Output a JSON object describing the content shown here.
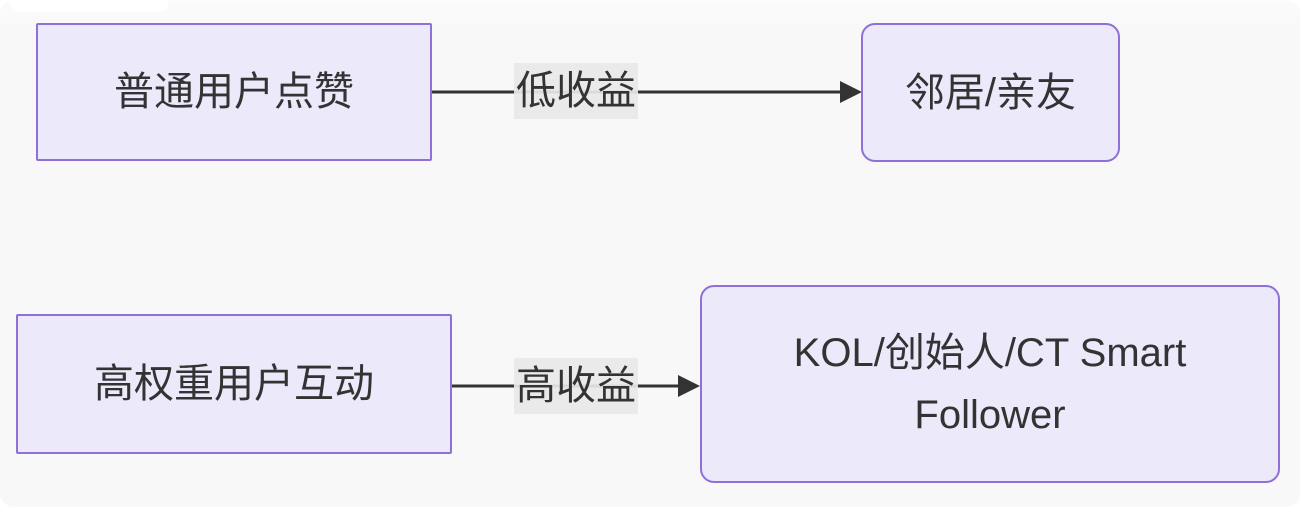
{
  "diagram": {
    "type": "flowchart",
    "direction": "left-to-right",
    "nodes": [
      {
        "id": "A",
        "label": "普通用户点赞",
        "shape": "rectangle"
      },
      {
        "id": "B",
        "label": "邻居/亲友",
        "shape": "rounded"
      },
      {
        "id": "C",
        "label": "高权重用户互动",
        "shape": "rectangle"
      },
      {
        "id": "D",
        "label": "KOL/创始人/CT Smart Follower",
        "shape": "rounded"
      }
    ],
    "edges": [
      {
        "from": "A",
        "to": "B",
        "label": "低收益"
      },
      {
        "from": "C",
        "to": "D",
        "label": "高收益"
      }
    ],
    "colors": {
      "node_fill": "#EBE9FA",
      "node_border": "#8F6FD8",
      "edge_line": "#333333",
      "edge_label_bg": "#E8E8E8",
      "text": "#333333",
      "canvas_bg": "#F8F8F9"
    }
  }
}
